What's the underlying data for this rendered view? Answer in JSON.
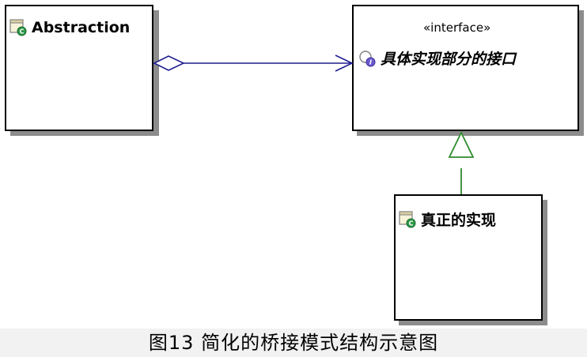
{
  "classes": {
    "abstraction": {
      "name": "Abstraction"
    },
    "implementor": {
      "stereotype": "«interface»",
      "name": "具体实现部分的接口"
    },
    "concrete": {
      "name": "真正的实现"
    }
  },
  "icons": {
    "class_icon": "class-icon",
    "interface_icon": "interface-icon"
  },
  "colors": {
    "association": "#1f1f8f",
    "realization": "#2e8b2e",
    "shadow": "#8c8c8c"
  },
  "caption": "图13  简化的桥接模式结构示意图"
}
